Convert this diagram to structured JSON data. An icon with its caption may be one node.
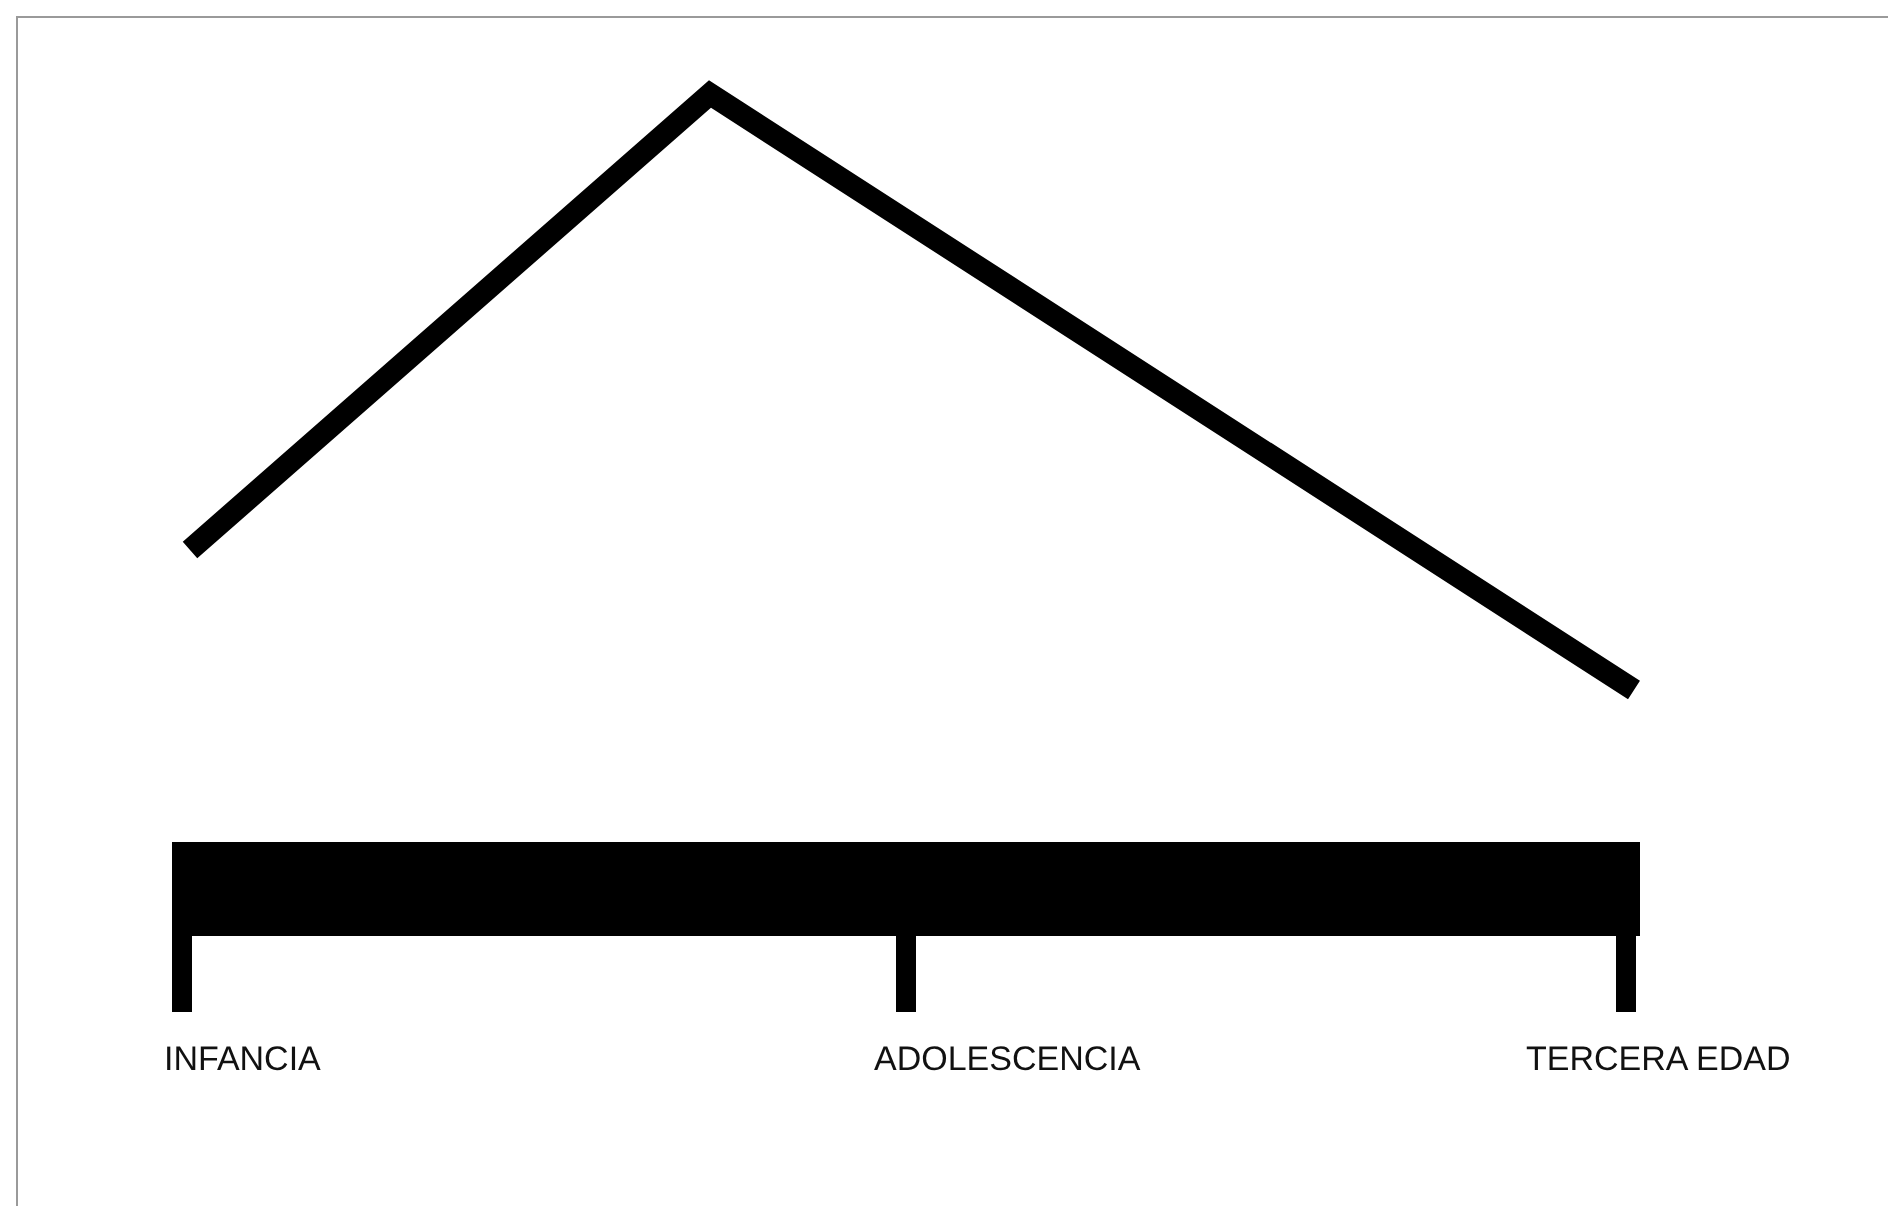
{
  "diagram": {
    "labels": [
      "INFANCIA",
      "ADOLESCENCIA",
      "TERCERA EDAD"
    ]
  }
}
